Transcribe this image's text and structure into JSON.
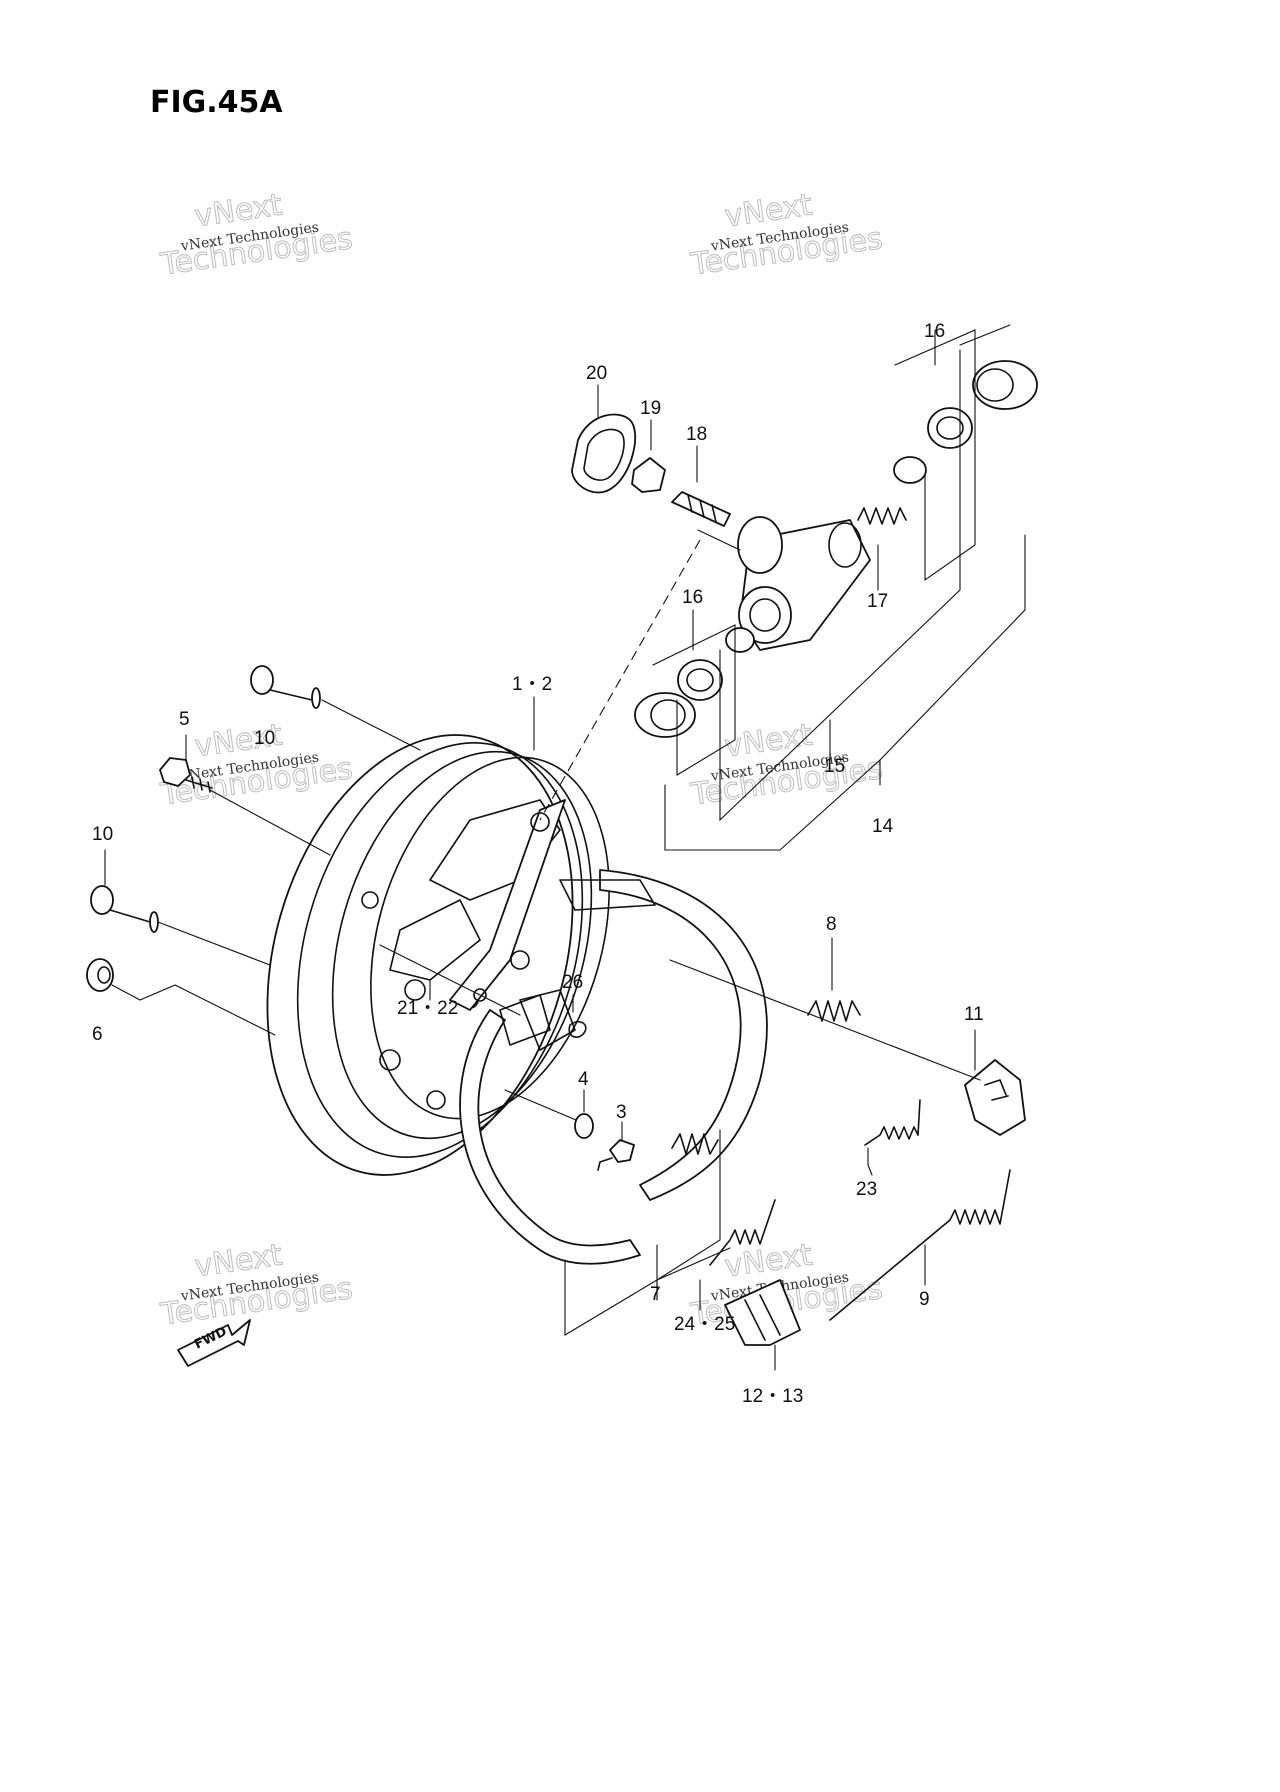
{
  "figure": {
    "title": "FIG.45A",
    "fwd_marker": "FWD"
  },
  "watermark": {
    "line1": "vNext Technologies",
    "line2": "vNext",
    "line3": "Technologies"
  },
  "callouts": {
    "c1_2": "1・2",
    "c3": "3",
    "c4": "4",
    "c5": "5",
    "c6": "6",
    "c7": "7",
    "c8": "8",
    "c9": "9",
    "c10_top": "10",
    "c10_left": "10",
    "c11": "11",
    "c12_13": "12・13",
    "c14": "14",
    "c15": "15",
    "c16_top": "16",
    "c16_mid": "16",
    "c17": "17",
    "c18": "18",
    "c19": "19",
    "c20": "20",
    "c21_22": "21・22",
    "c23": "23",
    "c24_25": "24・25",
    "c26": "26"
  },
  "colors": {
    "ink": "#111111",
    "paper": "#ffffff",
    "watermark_outline": "#bdbdbd"
  }
}
